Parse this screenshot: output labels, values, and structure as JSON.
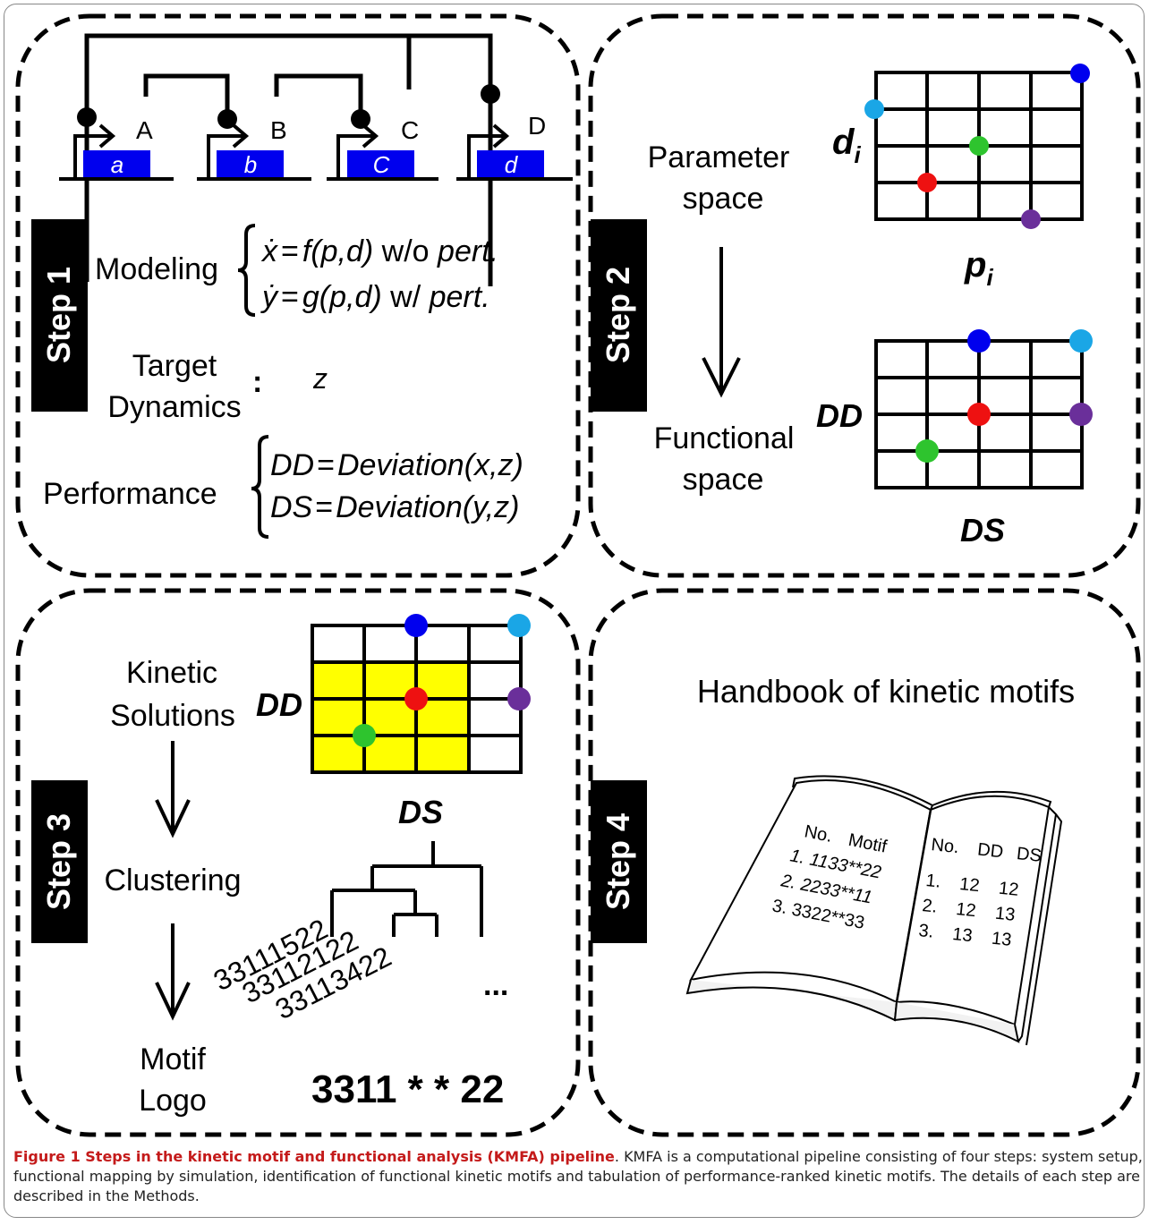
{
  "step1": {
    "label": "Step 1",
    "genes": [
      {
        "protein": "A",
        "gene": "a"
      },
      {
        "protein": "B",
        "gene": "b"
      },
      {
        "protein": "C",
        "gene": "C"
      },
      {
        "protein": "D",
        "gene": "d"
      }
    ],
    "modeling": {
      "label": "Modeling",
      "eq1": {
        "lhs": "ẋ",
        "eq": "=",
        "f": "f",
        "args": "(p,d)",
        "suffix": " w/o ",
        "pert": "pert."
      },
      "eq2": {
        "lhs": "ẏ",
        "eq": "=",
        "f": "g",
        "args": "(p,d)",
        "suffix": " w/ ",
        "pert": "pert."
      }
    },
    "target": {
      "line1": "Target",
      "line2": "Dynamics",
      "colon": ":",
      "value": "z"
    },
    "performance": {
      "label": "Performance",
      "eq1": {
        "lhs": "DD",
        "eq": "=",
        "rhs": "Deviation",
        "args": "(x,z)"
      },
      "eq2": {
        "lhs": "DS",
        "eq": "=",
        "rhs": "Deviation",
        "args": "(y,z)"
      }
    }
  },
  "step2": {
    "label": "Step 2",
    "parameter_space": {
      "line1": "Parameter",
      "line2": "space"
    },
    "functional_space": {
      "line1": "Functional",
      "line2": "space"
    },
    "param_axis_y": {
      "main": "d",
      "sub": "i"
    },
    "param_axis_x": {
      "main": "p",
      "sub": "i"
    },
    "func_axis_y": "DD",
    "func_axis_x": "DS"
  },
  "step3": {
    "label": "Step 3",
    "kinetic_solutions": {
      "line1": "Kinetic",
      "line2": "Solutions"
    },
    "clustering": "Clustering",
    "motif_logo": {
      "line1": "Motif",
      "line2": "Logo"
    },
    "axis_y": "DD",
    "axis_x": "DS",
    "sequences": [
      "33111522",
      "33112122",
      "33113422"
    ],
    "ellipsis": "...",
    "logo": "3311 * * 22"
  },
  "step4": {
    "label": "Step 4",
    "title": "Handbook of kinetic motifs",
    "left_page": {
      "header": [
        "No.",
        "Motif"
      ],
      "rows": [
        "1. 1133**22",
        "2. 2233**11",
        "3. 3322**33"
      ]
    },
    "right_page": {
      "header": [
        "No.",
        "DD",
        "DS"
      ],
      "rows": [
        [
          "1.",
          "12",
          "12"
        ],
        [
          "2.",
          "12",
          "13"
        ],
        [
          "3.",
          "13",
          "13"
        ]
      ]
    }
  },
  "caption": {
    "title": "Figure 1 Steps in the kinetic motif and functional analysis (KMFA) pipeline",
    "text": ". KMFA is a computational pipeline consisting of four steps: system setup, functional mapping by simulation, identification of functional kinetic motifs and tabulation of performance-ranked kinetic motifs. The details of each step are described in the Methods."
  },
  "colors": {
    "blue": "#0000ee",
    "light_blue": "#1aa6e6",
    "green": "#2ec42e",
    "red": "#ee1111",
    "purple": "#6a2f9a",
    "yellow": "#ffff00"
  }
}
